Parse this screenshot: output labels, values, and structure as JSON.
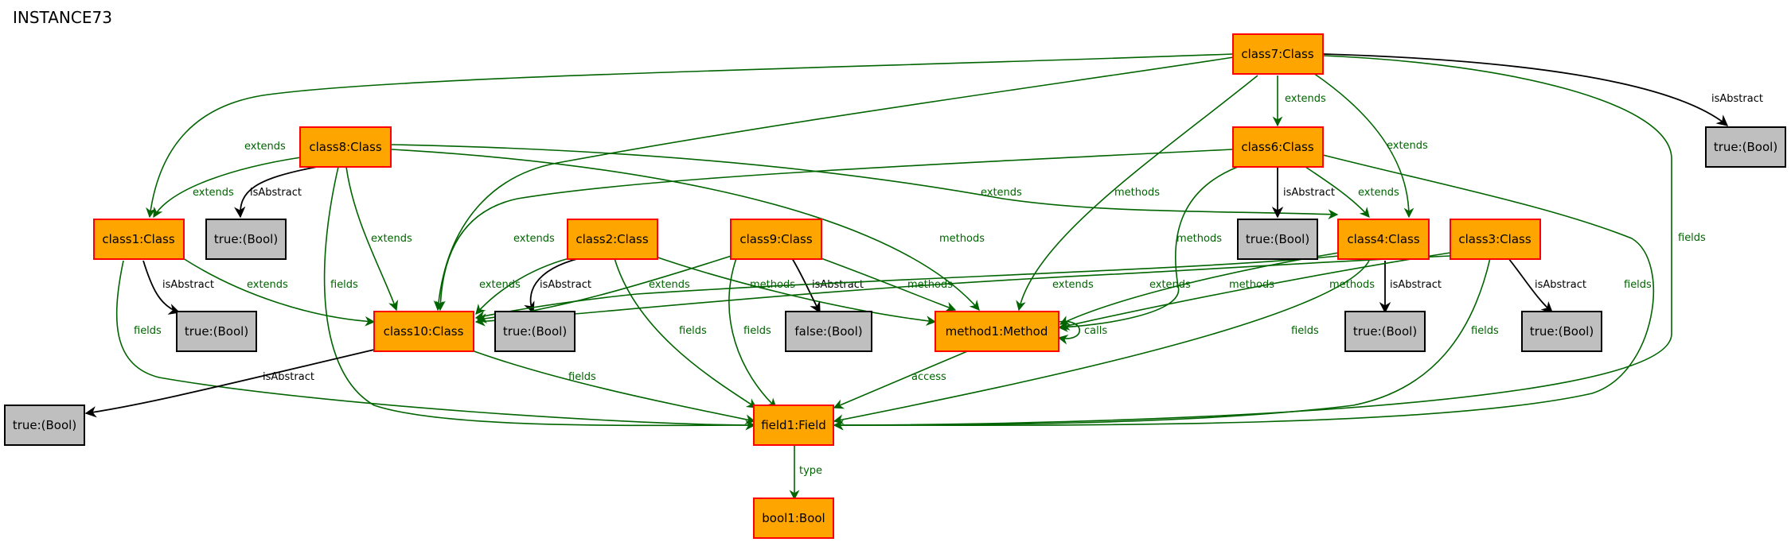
{
  "title": "INSTANCE73",
  "nodes": {
    "class7": "class7:Class",
    "class8": "class8:Class",
    "class6": "class6:Class",
    "class1": "class1:Class",
    "class2": "class2:Class",
    "class9": "class9:Class",
    "class4": "class4:Class",
    "class3": "class3:Class",
    "class10": "class10:Class",
    "method1": "method1:Method",
    "field1": "field1:Field",
    "bool1": "bool1:Bool",
    "t_class7": "true:(Bool)",
    "t_class8": "true:(Bool)",
    "t_class6": "true:(Bool)",
    "t_class1": "true:(Bool)",
    "t_class2": "true:(Bool)",
    "f_class9": "false:(Bool)",
    "t_class4": "true:(Bool)",
    "t_class3": "true:(Bool)",
    "t_class10": "true:(Bool)"
  },
  "edge_labels": {
    "extends": "extends",
    "isAbstract": "isAbstract",
    "methods": "methods",
    "fields": "fields",
    "calls": "calls",
    "access": "access",
    "type": "type"
  },
  "colors": {
    "class_fill": "#ffa500",
    "class_border": "#ff0000",
    "bool_fill": "#bfbfbf",
    "edge_green": "#006400",
    "edge_black": "#000000"
  }
}
